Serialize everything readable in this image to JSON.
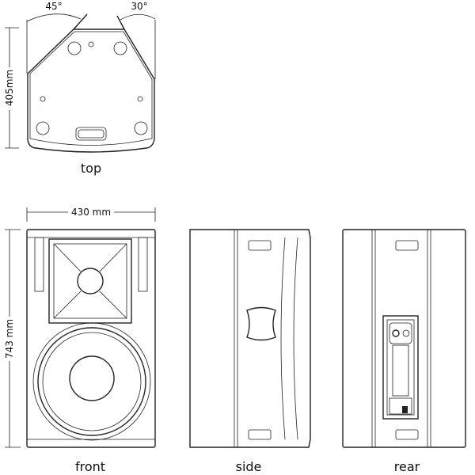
{
  "top_view": {
    "angle_left": "45°",
    "angle_right": "30°",
    "depth": "405mm",
    "label": "top"
  },
  "front_view": {
    "width": "430 mm",
    "height": "743 mm",
    "label": "front"
  },
  "side_view": {
    "label": "side"
  },
  "rear_view": {
    "label": "rear"
  }
}
